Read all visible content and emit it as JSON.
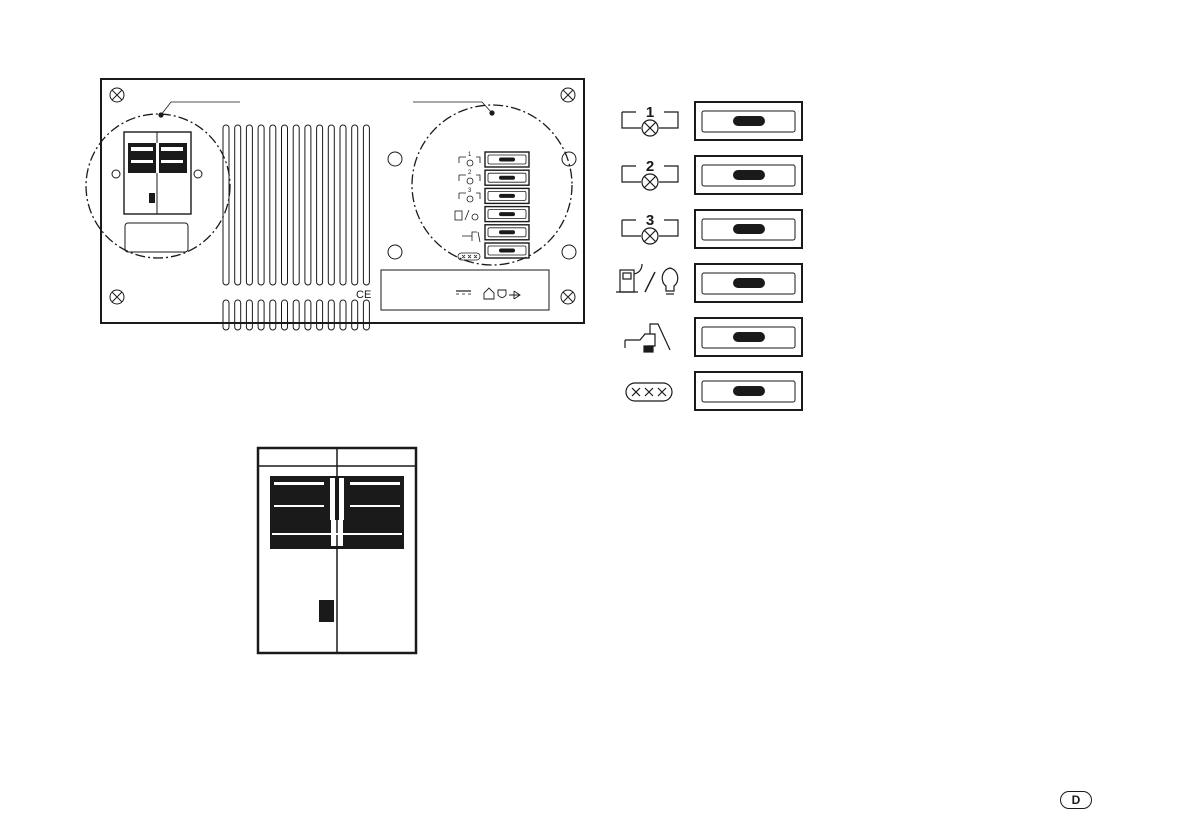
{
  "panel": {
    "ce_mark": "CE",
    "lamp_numbers": [
      "1",
      "2",
      "3"
    ]
  },
  "legend": {
    "rows": [
      {
        "icon": "lamp-1-icon",
        "number": "1"
      },
      {
        "icon": "lamp-2-icon",
        "number": "2"
      },
      {
        "icon": "lamp-3-icon",
        "number": "3"
      },
      {
        "icon": "pump-light-icon",
        "number": ""
      },
      {
        "icon": "water-tap-icon",
        "number": ""
      },
      {
        "icon": "frost-icon",
        "number": ""
      }
    ]
  },
  "page": {
    "language_badge": "D"
  },
  "colors": {
    "ink": "#1a1a1a",
    "paper": "#ffffff"
  }
}
